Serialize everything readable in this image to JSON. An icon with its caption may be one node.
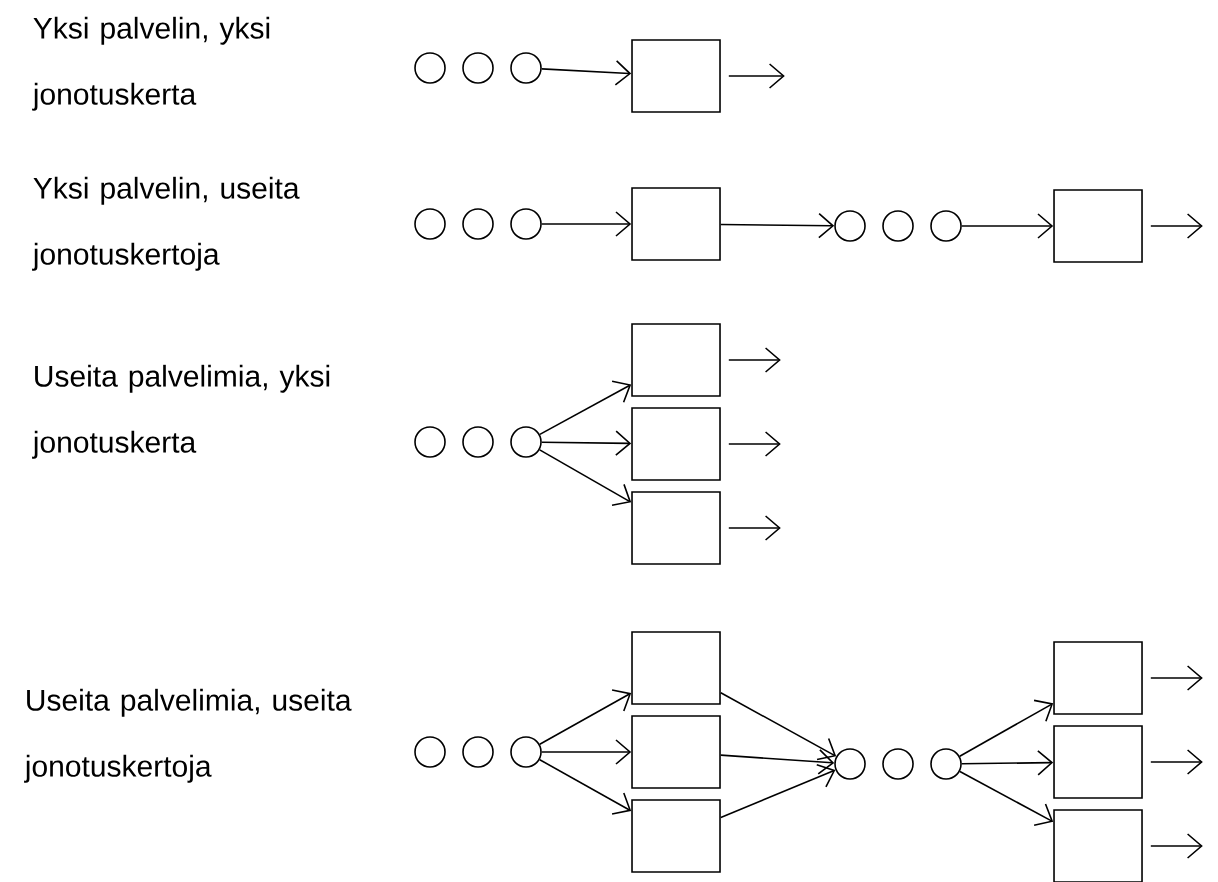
{
  "diagram": {
    "nodes": [
      {
        "text": [],
        "shape": "circle"
      },
      {
        "text": [],
        "shape": "circle"
      },
      {
        "text": [],
        "shape": "circle"
      },
      {
        "text": [],
        "shape": "box"
      },
      {
        "text": [],
        "shape": "circle"
      },
      {
        "text": [],
        "shape": "circle"
      },
      {
        "text": [],
        "shape": "circle"
      },
      {
        "text": [],
        "shape": "box"
      },
      {
        "text": [],
        "shape": "circle"
      },
      {
        "text": [],
        "shape": "circle"
      },
      {
        "text": [],
        "shape": "circle"
      },
      {
        "text": [],
        "shape": "box"
      },
      {
        "text": [],
        "shape": "circle"
      },
      {
        "text": [],
        "shape": "circle"
      },
      {
        "text": [],
        "shape": "circle"
      },
      {
        "text": [],
        "shape": "box"
      },
      {
        "text": [],
        "shape": "box"
      },
      {
        "text": [],
        "shape": "box"
      },
      {
        "text": [],
        "shape": "circle"
      },
      {
        "text": [],
        "shape": "circle"
      },
      {
        "text": [],
        "shape": "circle"
      },
      {
        "text": [],
        "shape": "box"
      },
      {
        "text": [],
        "shape": "box"
      },
      {
        "text": [],
        "shape": "box"
      },
      {
        "text": [],
        "shape": "circle"
      },
      {
        "text": [],
        "shape": "circle"
      },
      {
        "text": [],
        "shape": "circle"
      },
      {
        "text": [],
        "shape": "box"
      },
      {
        "text": [],
        "shape": "box"
      },
      {
        "text": [],
        "shape": "box"
      }
    ],
    "edges": [
      {
        "from": 2,
        "to": 3,
        "arrow": "to"
      },
      {
        "from": 3,
        "to": null,
        "arrow": "to"
      },
      {
        "from": 6,
        "to": 7,
        "arrow": "to"
      },
      {
        "from": 7,
        "to": 8,
        "arrow": "to"
      },
      {
        "from": 10,
        "to": 11,
        "arrow": "to"
      },
      {
        "from": 11,
        "to": null,
        "arrow": "to"
      },
      {
        "from": 14,
        "to": 15,
        "arrow": "to"
      },
      {
        "from": 14,
        "to": 16,
        "arrow": "to"
      },
      {
        "from": 14,
        "to": 17,
        "arrow": "to"
      },
      {
        "from": 15,
        "to": null,
        "arrow": "to"
      },
      {
        "from": 16,
        "to": null,
        "arrow": "to"
      },
      {
        "from": 17,
        "to": null,
        "arrow": "to"
      },
      {
        "from": 20,
        "to": 21,
        "arrow": "to"
      },
      {
        "from": 20,
        "to": 22,
        "arrow": "to"
      },
      {
        "from": 20,
        "to": 23,
        "arrow": "to"
      },
      {
        "from": 21,
        "to": 24,
        "arrow": "to"
      },
      {
        "from": 22,
        "to": 24,
        "arrow": "to"
      },
      {
        "from": 23,
        "to": 24,
        "arrow": "to"
      },
      {
        "from": 26,
        "to": 27,
        "arrow": "to"
      },
      {
        "from": 26,
        "to": 28,
        "arrow": "to"
      },
      {
        "from": 26,
        "to": 29,
        "arrow": "to"
      },
      {
        "from": 27,
        "to": null,
        "arrow": "to"
      },
      {
        "from": 28,
        "to": null,
        "arrow": "to"
      },
      {
        "from": 29,
        "to": null,
        "arrow": "to"
      }
    ],
    "labels": [
      "Yksi palvelin, yksi jonotuskerta",
      "Yksi palvelin, useita jonotuskertoja",
      "Useita palvelimia, yksi jonotuskerta",
      "Useita palvelimia, useita jonotuskertoja"
    ]
  }
}
